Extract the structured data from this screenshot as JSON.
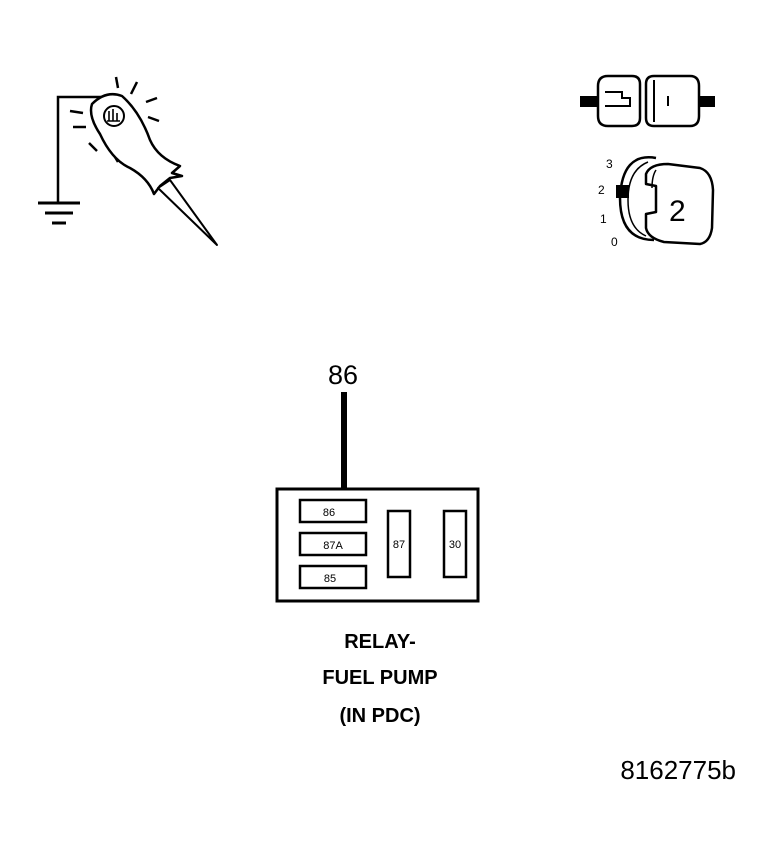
{
  "icons": {
    "test_light": "test-light-icon",
    "ground": "ground-symbol-icon",
    "connector": "connector-disconnected-icon",
    "ignition_key": "ignition-switch-icon"
  },
  "ignition": {
    "positions": [
      "3",
      "2",
      "1",
      "0"
    ],
    "key_position": "2"
  },
  "probe": {
    "terminal_label": "86"
  },
  "relay": {
    "cavities": {
      "c86": "86",
      "c87a": "87A",
      "c85": "85",
      "c87": "87",
      "c30": "30"
    },
    "caption_line1": "RELAY-",
    "caption_line2": "FUEL PUMP",
    "caption_line3": "(IN PDC)"
  },
  "figure_id": "8162775b"
}
